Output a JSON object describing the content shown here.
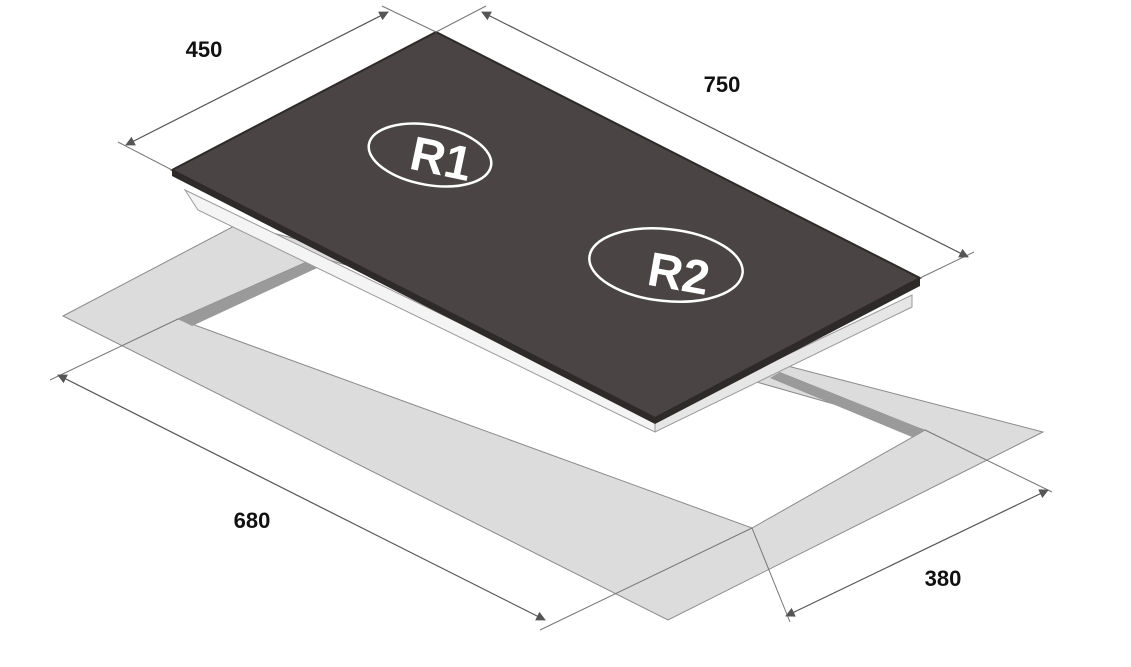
{
  "dimensions": {
    "hob_depth": "450",
    "hob_width": "750",
    "cutout_width": "680",
    "cutout_depth": "380"
  },
  "burners": [
    {
      "label": "R1"
    },
    {
      "label": "R2"
    }
  ],
  "colors": {
    "glass_top": "#4a4444",
    "glass_edge": "#2e2a2a",
    "countertop_frame": "#dcdcdc",
    "cutout_inner_wall": "#9a9a9a",
    "burner_ring": "#ffffff",
    "dimension_line": "#555555"
  }
}
